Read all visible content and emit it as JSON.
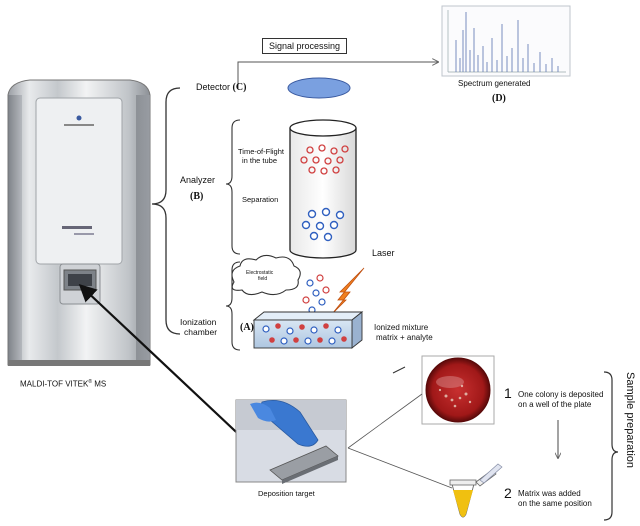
{
  "machine": {
    "name": "MALDI-TOF VITEK",
    "name_sup": "®",
    "name_suffix": " MS"
  },
  "diagram": {
    "signal_processing": "Signal processing",
    "detector": "Detector",
    "detector_tag": "(C)",
    "spectrum": "Spectrum generated",
    "spectrum_tag": "(D)",
    "analyzer": "Analyzer",
    "analyzer_tag": "(B)",
    "tof_line1": "Time-of-Flight",
    "tof_line2": "in the tube",
    "separation": "Separation",
    "laser": "Laser",
    "electrostatic_line1": "Electrostatic",
    "electrostatic_line2": "field",
    "ionization_line1": "Ionization",
    "ionization_line2": "chamber",
    "ionization_tag": "(A)",
    "mixture_line1": "Ionized mixture",
    "mixture_line2": "matrix + analyte"
  },
  "sample_prep": {
    "title": "Sample preparation",
    "step1_num": "1",
    "step1_line1": "One colony is deposited",
    "step1_line2": "on a well of the plate",
    "step2_num": "2",
    "step2_line1": "Matrix was added",
    "step2_line2": "on the same position",
    "deposition": "Deposition target"
  },
  "colors": {
    "red_ion": "#d04040",
    "blue_ion": "#3060c0",
    "detector": "#7aa0e0",
    "plate": "#b01818",
    "matrix": "#f0c010",
    "laser": "#f08020"
  }
}
